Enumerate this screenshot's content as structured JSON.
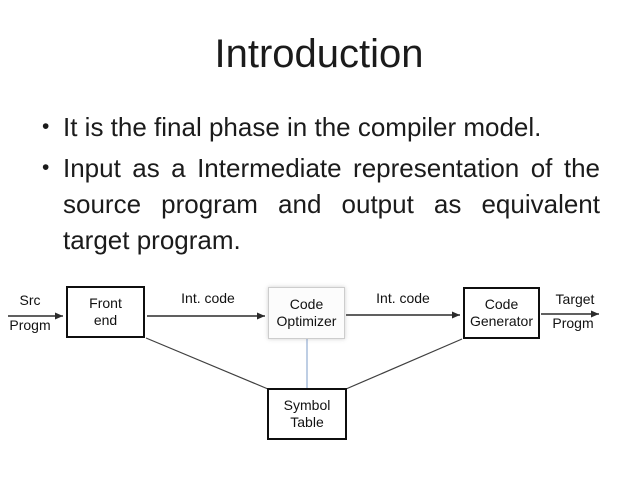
{
  "title": "Introduction",
  "bullets": {
    "marker": "•",
    "item1": "It is the final phase in the compiler model.",
    "item2_lines": [
      "Input as a Intermediate representation of the",
      "source program and output as equivalent",
      "target program."
    ]
  },
  "diagram": {
    "boxes": {
      "front_end": {
        "line1": "Front",
        "line2": "end"
      },
      "code_optimizer": {
        "line1": "Code",
        "line2": "Optimizer"
      },
      "code_generator": {
        "line1": "Code",
        "line2": "Generator"
      },
      "symbol_table": {
        "line1": "Symbol",
        "line2": "Table"
      }
    },
    "labels": {
      "src_line1": "Src",
      "src_line2": "Progm",
      "int_code_left": "Int. code",
      "int_code_right": "Int. code",
      "target_line1": "Target",
      "target_line2": "Progm"
    },
    "colors": {
      "background": "#ffffff",
      "text": "#1b1b1b",
      "box_border": "#0f0f0f",
      "optimizer_box_border": "#cdcdcd",
      "arrow": "#2b2b2b",
      "symbol_link": "#3f3f3f",
      "optimizer_link": "#a3b8d9"
    }
  }
}
